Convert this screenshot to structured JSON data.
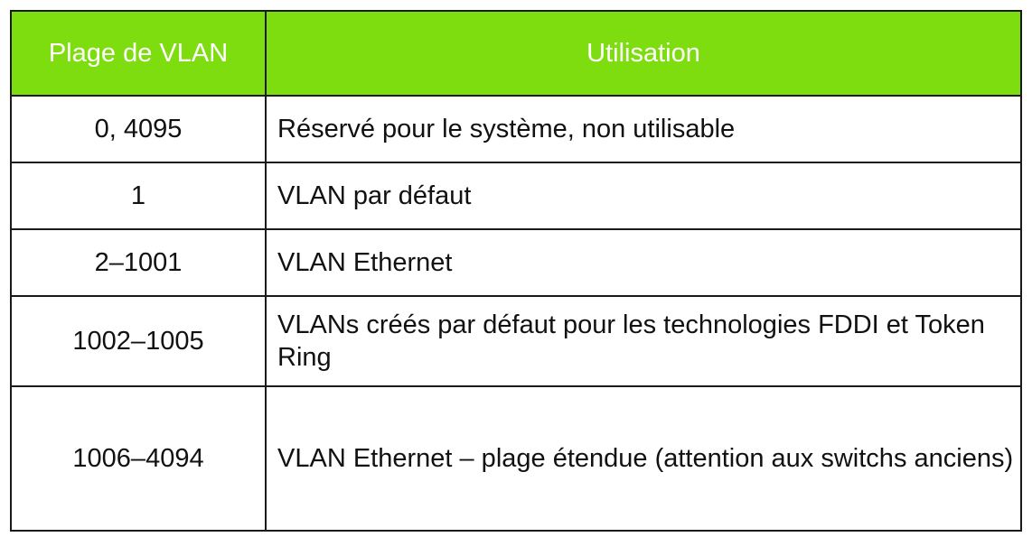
{
  "table": {
    "headers": {
      "range": "Plage de VLAN",
      "usage": "Utilisation"
    },
    "rows": [
      {
        "range": "0, 4095",
        "usage": "Réservé pour le système, non utilisable"
      },
      {
        "range": "1",
        "usage": "VLAN par défaut"
      },
      {
        "range": "2–1001",
        "usage": "VLAN Ethernet"
      },
      {
        "range": "1002–1005",
        "usage": "VLANs créés par défaut pour les technologies FDDI et Token Ring"
      },
      {
        "range": "1006–4094",
        "usage": "VLAN Ethernet – plage étendue (attention aux switchs anciens)"
      }
    ]
  },
  "colors": {
    "header_background": "#7ddd0f",
    "header_text": "#ffffff",
    "border": "#1a1a1a"
  }
}
